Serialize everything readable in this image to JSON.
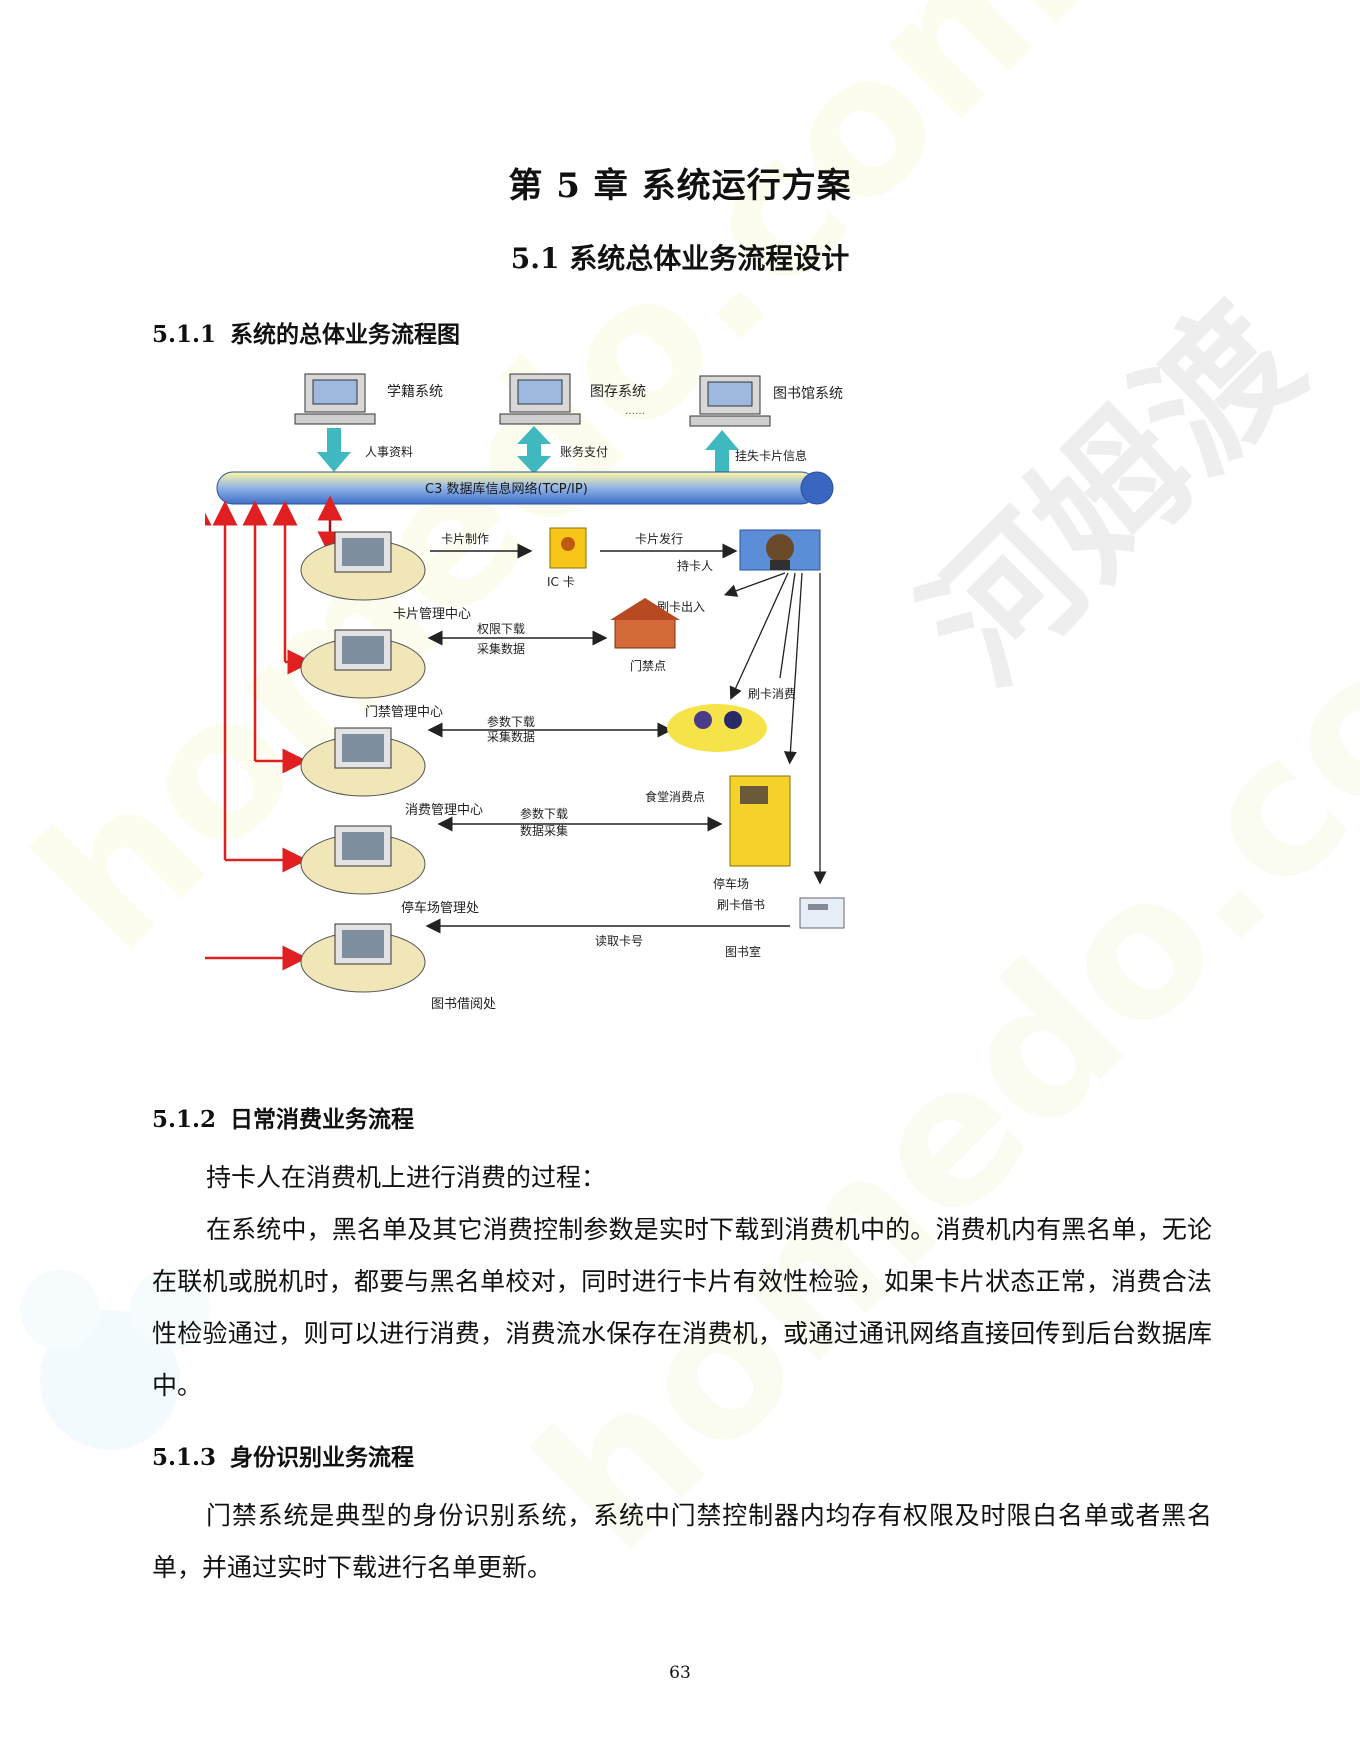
{
  "chapter_title": "第 5 章  系统运行方案",
  "section_title": "5.1  系统总体业务流程设计",
  "sections": [
    {
      "number": "5.1.1",
      "title": "系统的总体业务流程图"
    },
    {
      "number": "5.1.2",
      "title": "日常消费业务流程"
    },
    {
      "number": "5.1.3",
      "title": "身份识别业务流程"
    }
  ],
  "diagram": {
    "top_systems": [
      "学籍系统",
      "图存系统",
      "图书馆系统"
    ],
    "top_dots": "……",
    "top_flows": [
      "人事资料",
      "账务支付",
      "挂失卡片信息"
    ],
    "network_label": "C3 数据库信息网络(TCP/IP)",
    "centers": [
      "卡片管理中心",
      "门禁管理中心",
      "消费管理中心",
      "停车场管理处",
      "图书借阅处"
    ],
    "flows": {
      "card_make": "卡片制作",
      "ic_card": "IC 卡",
      "card_issue": "卡片发行",
      "holder": "持卡人",
      "swipe_access": "刷卡出入",
      "access_flow_1": "权限下载",
      "access_flow_2": "采集数据",
      "access_point": "门禁点",
      "swipe_consume": "刷卡消费",
      "consume_flow_1": "参数下载",
      "consume_flow_2": "采集数据",
      "canteen": "食堂消费点",
      "parking_flow_1": "参数下载",
      "parking_flow_2": "数据采集",
      "parking_lot": "停车场",
      "swipe_borrow": "刷卡借书",
      "read_card": "读取卡号",
      "library_room": "图书室"
    }
  },
  "paragraphs": {
    "consume_intro": "持卡人在消费机上进行消费的过程：",
    "consume_body": "在系统中，黑名单及其它消费控制参数是实时下载到消费机中的。消费机内有黑名单，无论在联机或脱机时，都要与黑名单校对，同时进行卡片有效性检验，如果卡片状态正常，消费合法性检验通过，则可以进行消费，消费流水保存在消费机，或通过通讯网络直接回传到后台数据库中。",
    "identity_body": "门禁系统是典型的身份识别系统，系统中门禁控制器内均存有权限及时限白名单或者黑名单，并通过实时下载进行名单更新。"
  },
  "watermark": {
    "brand": "homedo.com",
    "brand_cn": "河姆渡"
  },
  "page_number": "63"
}
